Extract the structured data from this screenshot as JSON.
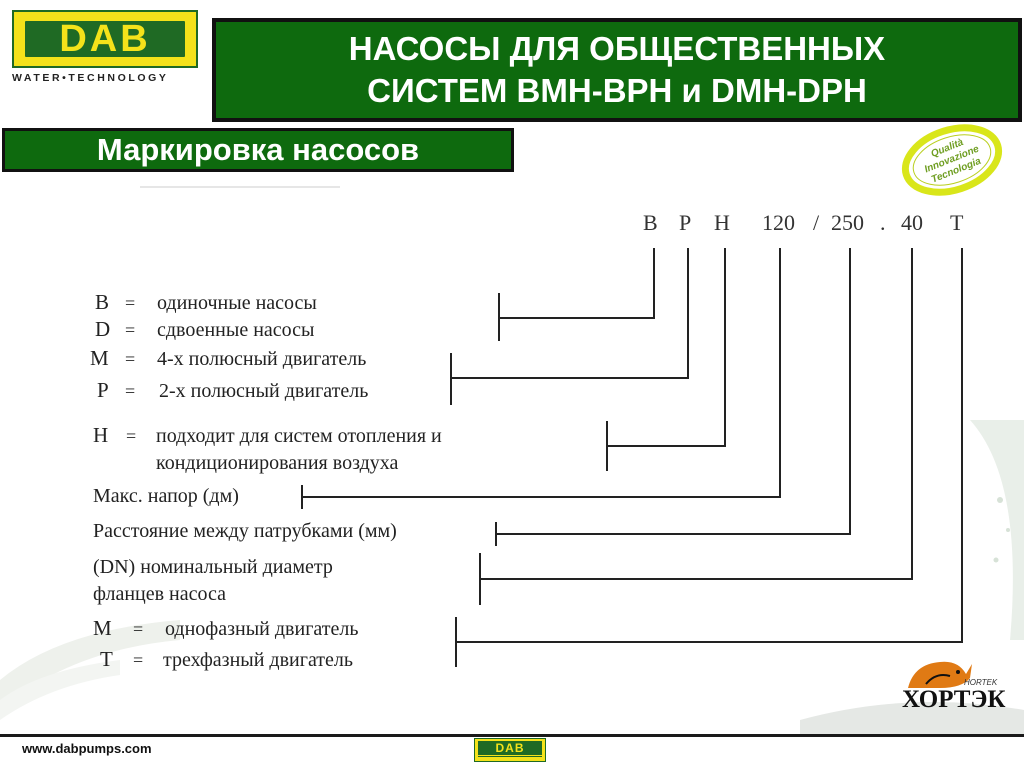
{
  "header": {
    "logo_text": "DAB",
    "logo_subtitle": "WATER•TECHNOLOGY",
    "title": "НАСОСЫ ДЛЯ ОБЩЕСТВЕННЫХ\nСИСТЕМ BMH-BPH и DMH-DPH",
    "subtitle": "Маркировка насосов",
    "stamp_lines": [
      "Qualità",
      "Innovazione",
      "Tecnologia"
    ]
  },
  "code": {
    "chars": [
      "B",
      "P",
      "H",
      "120",
      "/",
      "250",
      ".",
      "40",
      "T"
    ]
  },
  "legend": [
    {
      "letter": "B",
      "eq": "=",
      "text": "одиночные насосы"
    },
    {
      "letter": "D",
      "eq": "=",
      "text": "сдвоенные насосы"
    },
    {
      "letter": "M",
      "eq": "=",
      "text": "4-х полюсный двигатель"
    },
    {
      "letter": "P",
      "eq": "=",
      "text": "2-х полюсный двигатель"
    },
    {
      "letter": "H",
      "eq": "=",
      "text": "подходит для систем отопления и"
    },
    {
      "letter": "",
      "eq": "",
      "text": "кондиционирования воздуха"
    },
    {
      "letter": "",
      "eq": "",
      "text": "Макс. напор (дм)"
    },
    {
      "letter": "",
      "eq": "",
      "text": "Расстояние между патрубками (мм)"
    },
    {
      "letter": "",
      "eq": "",
      "text": "(DN) номинальный диаметр"
    },
    {
      "letter": "",
      "eq": "",
      "text": "фланцев насоса"
    },
    {
      "letter": "M",
      "eq": "=",
      "text": "однофазный двигатель"
    },
    {
      "letter": "T",
      "eq": "=",
      "text": "трехфазный двигатель"
    }
  ],
  "footer": {
    "url": "www.dabpumps.com",
    "logo_text": "DAB",
    "partner_name": "ХОРТЭК",
    "partner_tag": "HORTEK"
  },
  "colors": {
    "green": "#0e6a0e",
    "yellow": "#f4e21a",
    "logo_green": "#1f6a24"
  }
}
